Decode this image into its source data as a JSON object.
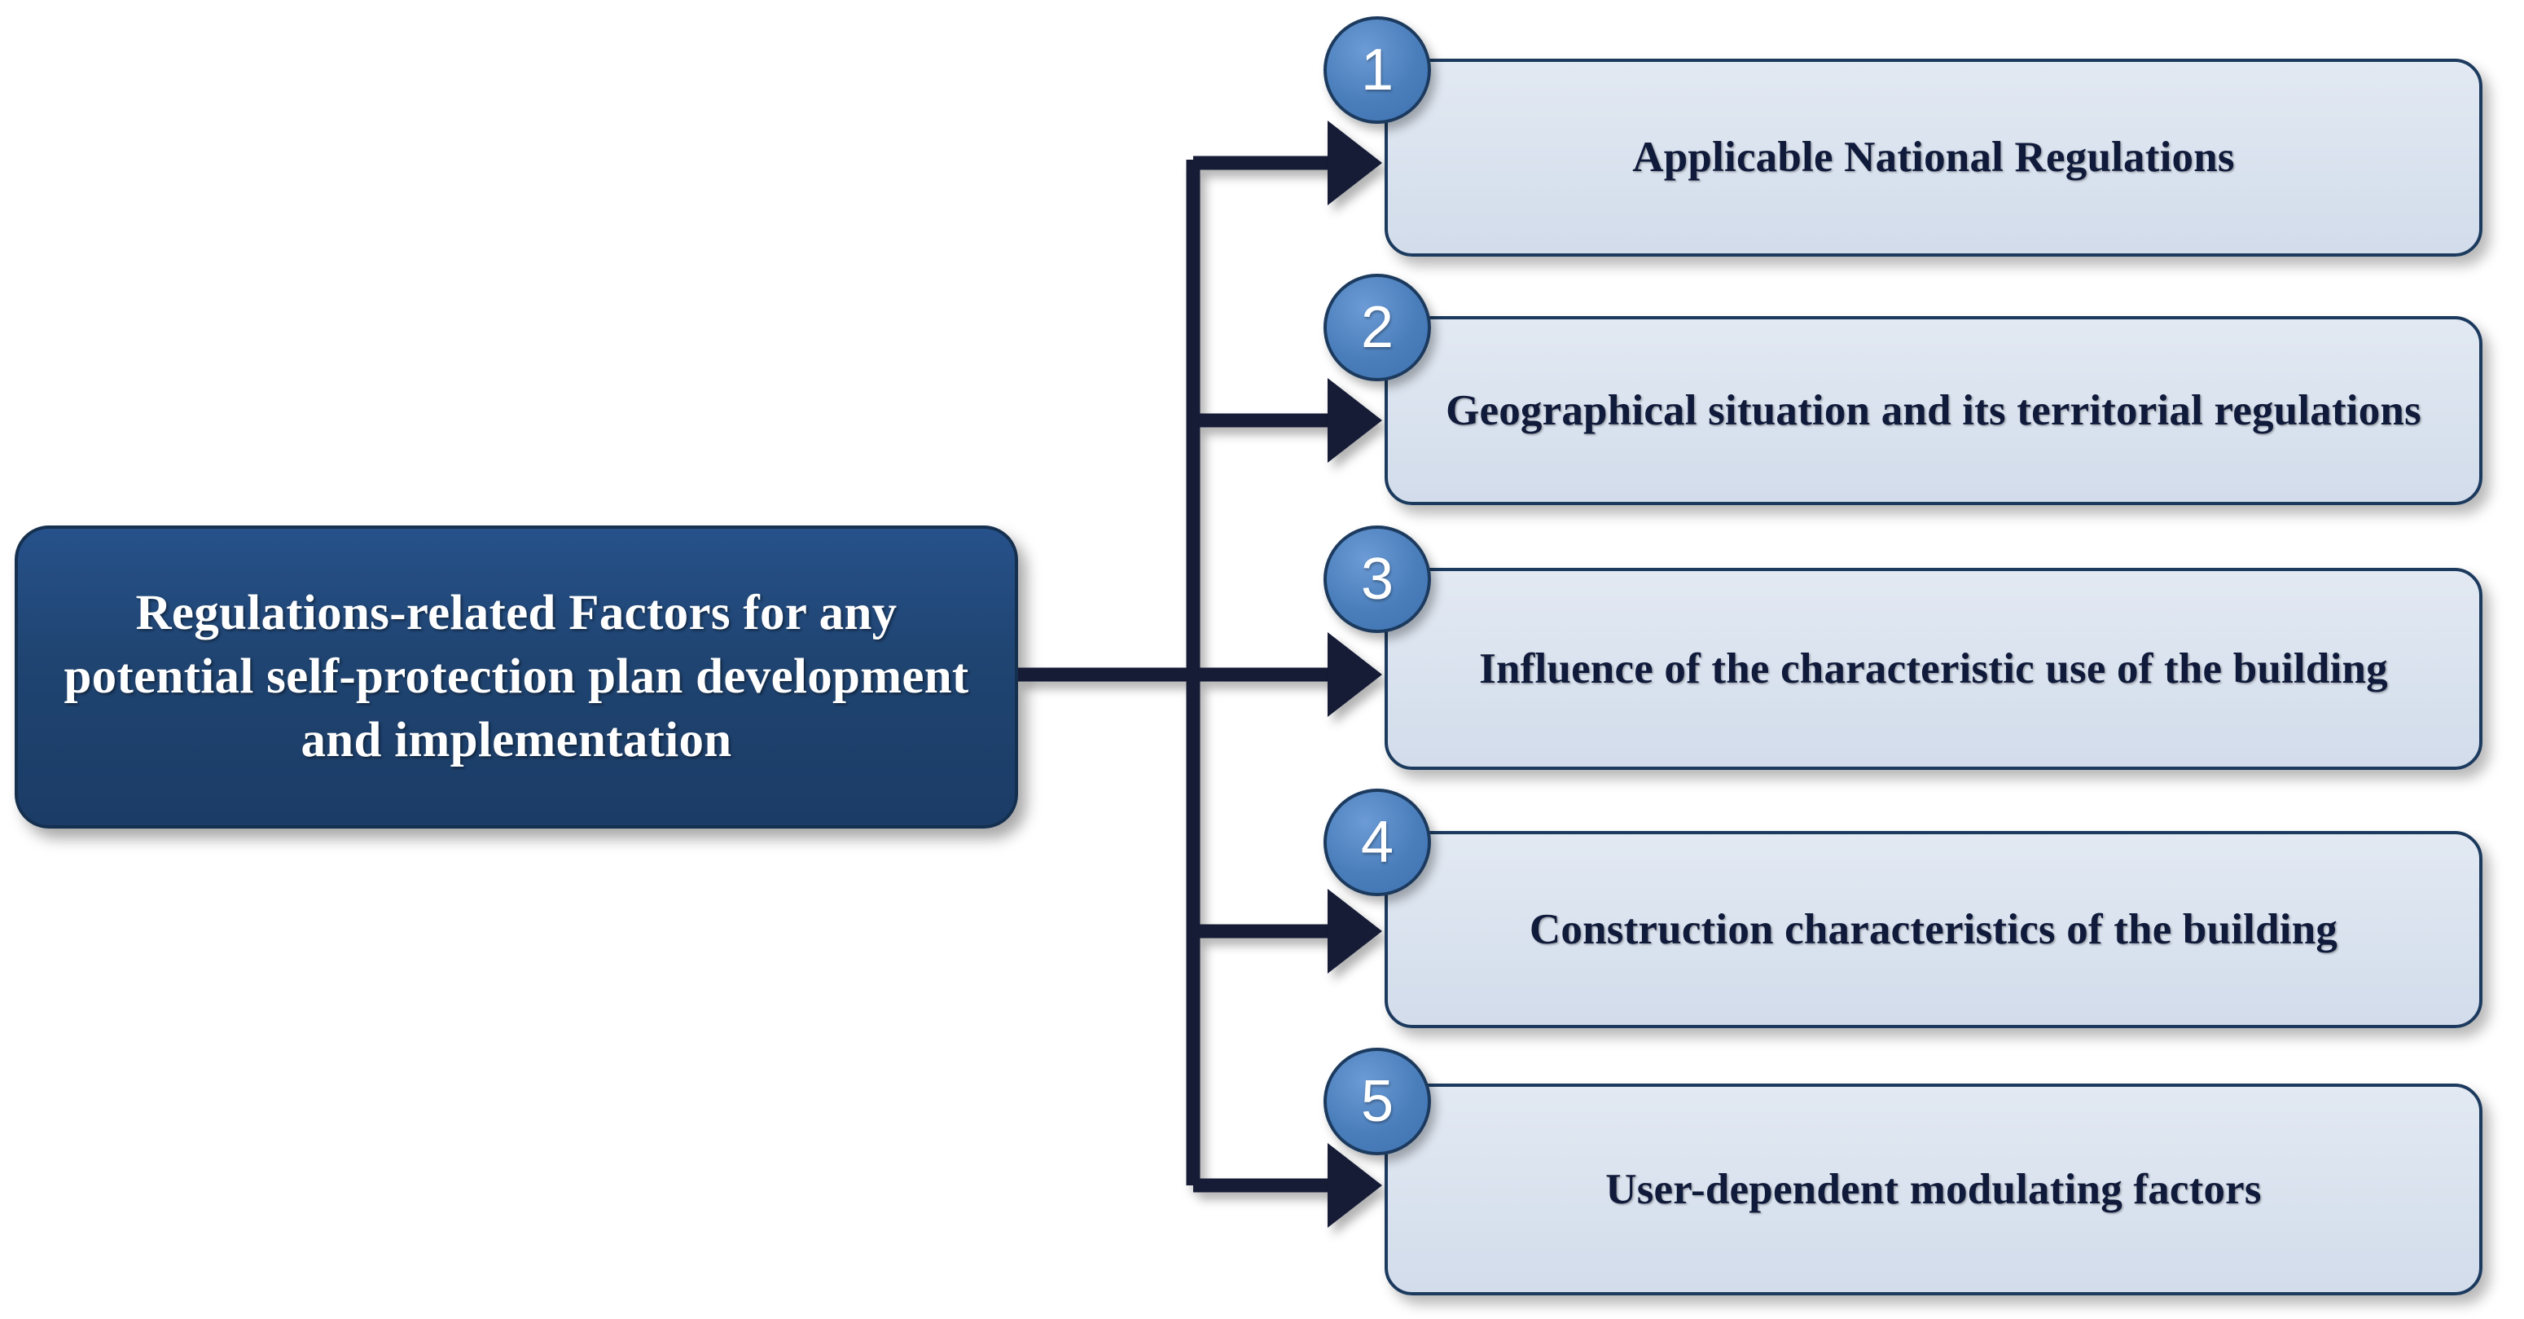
{
  "diagram": {
    "type": "horizontal-tree",
    "orientation": "left-root-to-right-leaves",
    "root": {
      "label": "Regulations-related Factors for any potential self-protection plan development and implementation",
      "fill_color": "#1F4471",
      "border_color": "#15304F",
      "text_color": "#FFFFFF"
    },
    "branch_count": 5,
    "branches": [
      {
        "number": "1",
        "label": "Applicable National Regulations"
      },
      {
        "number": "2",
        "label": "Geographical situation and its territorial regulations"
      },
      {
        "number": "3",
        "label": "Influence of the characteristic use of the building"
      },
      {
        "number": "4",
        "label": "Construction characteristics of the building"
      },
      {
        "number": "5",
        "label": "User-dependent modulating factors"
      }
    ],
    "colors": {
      "root_fill": "#1F4471",
      "branch_fill": "#D9E2EE",
      "branch_border": "#1C3A5E",
      "badge_fill": "#4A7EBB",
      "badge_border": "#1C3A5E",
      "connector": "#121A35",
      "background": "#FFFFFF",
      "branch_text": "#101A3A"
    }
  }
}
